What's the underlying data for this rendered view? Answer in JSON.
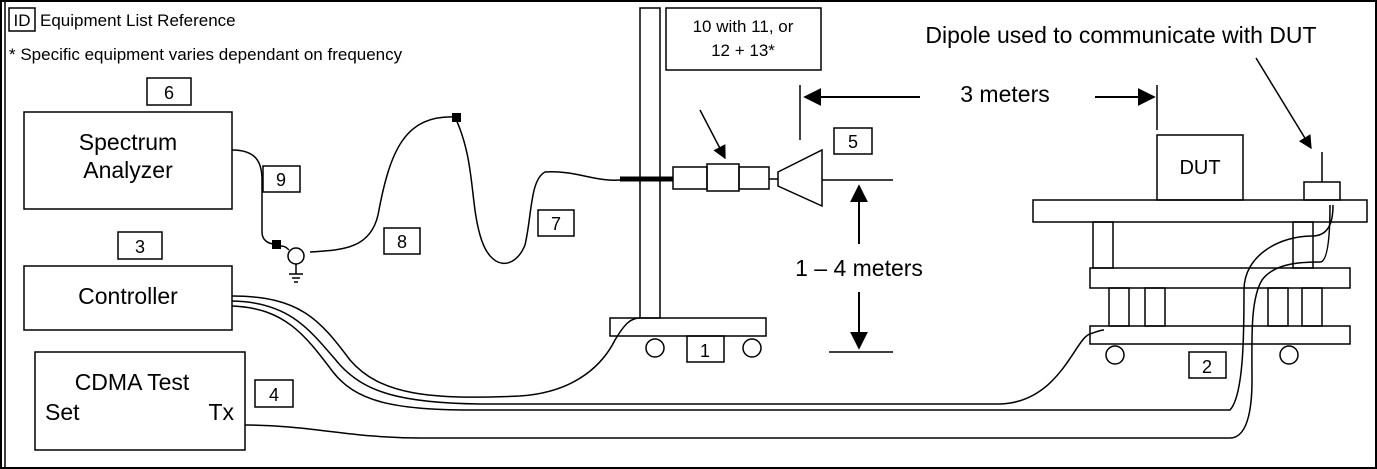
{
  "legend": {
    "id_label": "ID",
    "title": "Equipment List Reference",
    "note": "* Specific equipment varies dependant on frequency"
  },
  "equipment": {
    "spectrum_analyzer": {
      "id": "6",
      "line1": "Spectrum",
      "line2": "Analyzer"
    },
    "controller": {
      "id": "3",
      "label": "Controller"
    },
    "cdma_test_set": {
      "id": "4",
      "line1": "CDMA Test",
      "line2_left": "Set",
      "line2_right": "Tx"
    },
    "antenna_mast": {
      "id": "1"
    },
    "turntable": {
      "id": "2"
    },
    "horn_antenna": {
      "id": "5"
    },
    "cable_to_antenna": {
      "id": "7"
    },
    "cable_mid": {
      "id": "8"
    },
    "cable_to_analyzer": {
      "id": "9"
    },
    "preamp_filter_note": {
      "line1": "10 with 11, or",
      "line2": "12 + 13*"
    },
    "dut": {
      "label": "DUT"
    }
  },
  "labels": {
    "dipole": "Dipole used to communicate with DUT",
    "distance": "3 meters",
    "height": "1 – 4 meters"
  },
  "colors": {
    "stroke": "#000000",
    "background": "#ffffff"
  }
}
